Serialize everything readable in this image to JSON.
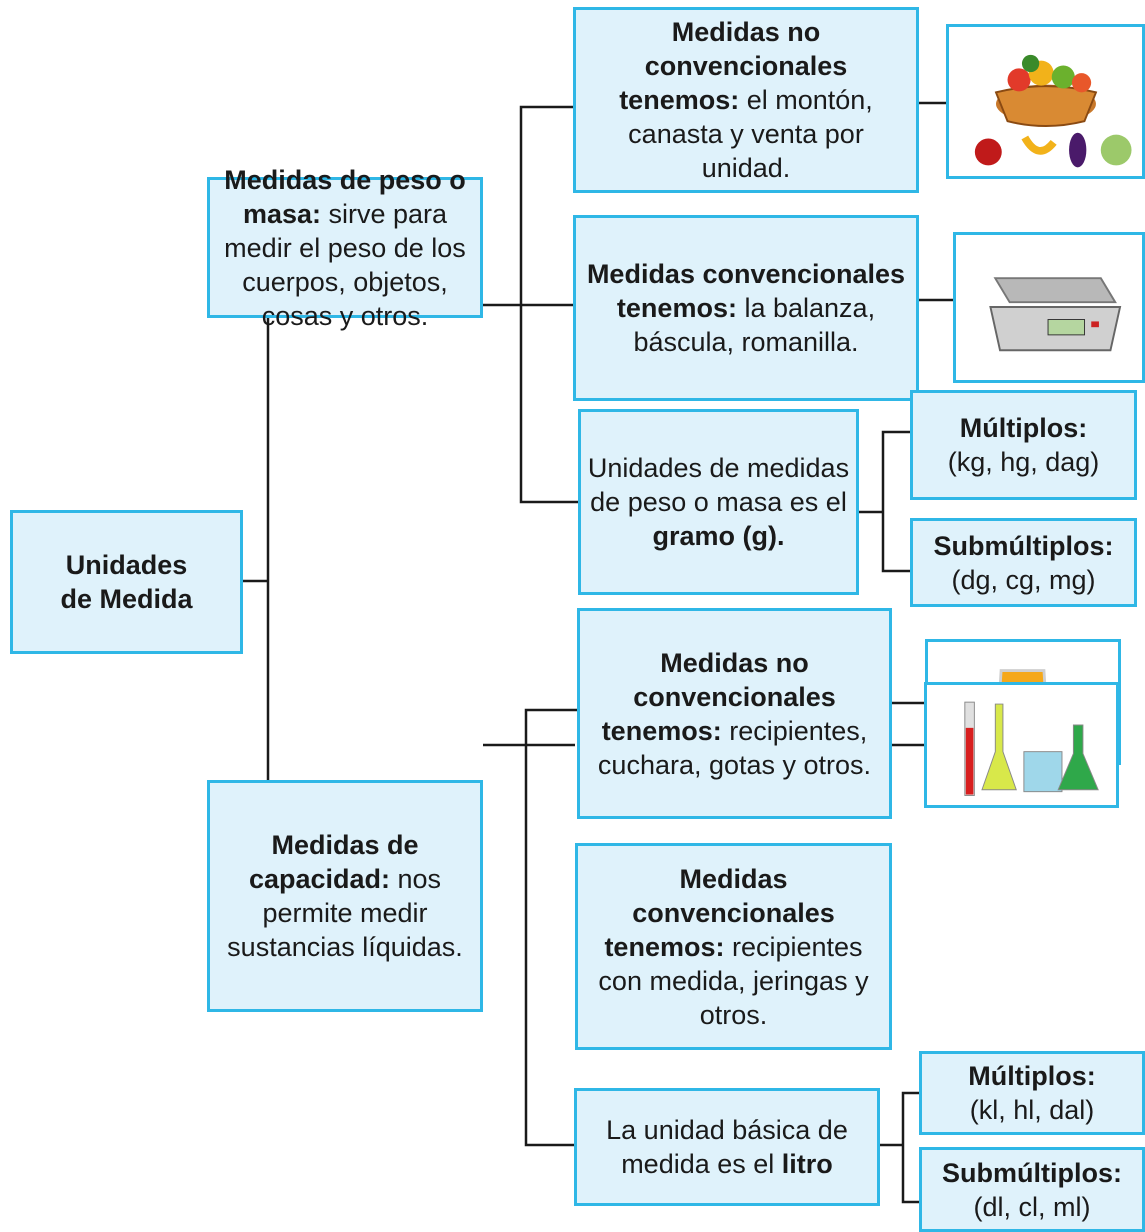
{
  "root": {
    "line1": "Unidades",
    "line2": "de Medida"
  },
  "peso": {
    "heading": "Medidas de peso o masa:",
    "text": "sirve para medir el peso de los cuerpos, objetos, cosas y otros."
  },
  "capacidad": {
    "heading": "Medidas de capacidad:",
    "text": "nos permite medir sustancias líquidas."
  },
  "peso_no_conv": {
    "heading": "Medidas no convencionales tenemos:",
    "text": "el montón, canasta y venta por unidad."
  },
  "peso_conv": {
    "heading": "Medidas convencionales tenemos:",
    "text": "la balanza, báscula, romanilla."
  },
  "peso_unidad": {
    "text": "Unidades de medidas de peso o masa es el",
    "bold": "gramo (g)."
  },
  "peso_multiplos": {
    "heading": "Múltiplos:",
    "text": "(kg, hg, dag)"
  },
  "peso_submultiplos": {
    "heading": "Submúltiplos:",
    "text": "(dg, cg, mg)"
  },
  "cap_no_conv": {
    "heading": "Medidas no convencionales tenemos:",
    "text": "recipientes, cuchara, gotas y otros."
  },
  "cap_conv": {
    "heading": "Medidas convencionales tenemos:",
    "text": "recipientes con medida, jeringas y otros."
  },
  "cap_unidad": {
    "text": "La unidad básica de medida es el",
    "bold": "litro"
  },
  "cap_multiplos": {
    "heading": "Múltiplos:",
    "text": "(kl, hl, dal)"
  },
  "cap_submultiplos": {
    "heading": "Submúltiplos:",
    "text": "(dl, cl, ml)"
  },
  "images": {
    "basket": "fruit-basket-illustration",
    "scale": "digital-scale-photo",
    "pitcher": "juice-pitcher-photo",
    "lab": "lab-glassware-photo"
  },
  "colors": {
    "box_fill": "#dff2fb",
    "box_border": "#2fb7e6",
    "line": "#1a1a1a"
  }
}
